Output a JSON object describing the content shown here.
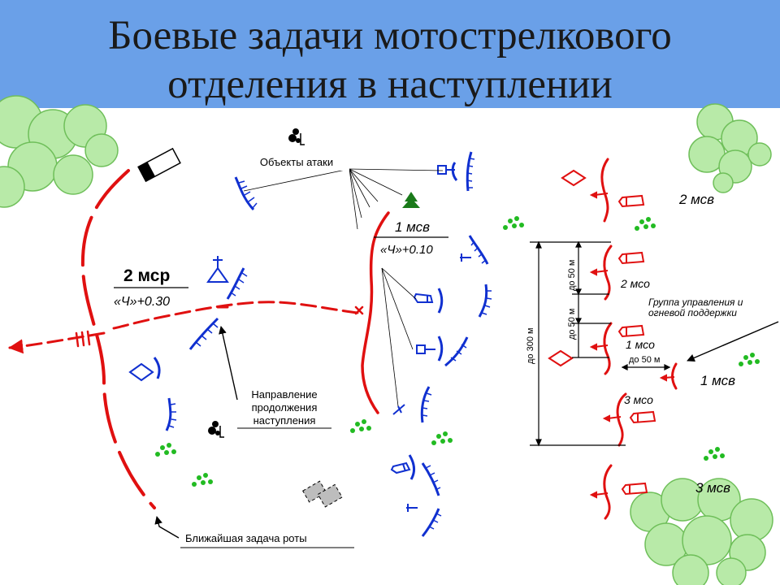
{
  "slide": {
    "title_line1": "Боевые задачи мотострелкового",
    "title_line2": "отделения в наступлении"
  },
  "labels": {
    "attack_objects": "Объекты атаки",
    "platoon_2msr": "2 мср",
    "time_2msr": "«Ч»+0.30",
    "squad_1msv": "1 мсв",
    "time_1msv": "«Ч»+0.10",
    "continue_line1": "Направление",
    "continue_line2": "продолжения",
    "continue_line3": "наступления",
    "nearest_task": "Ближайшая задача роты",
    "msv2": "2 мсв",
    "mso2": "2 мсо",
    "mso1": "1 мсо",
    "mso3": "3 мсо",
    "msv1_right": "1 мсв",
    "msv3": "3 мсв",
    "control_group_line1": "Группа управления и",
    "control_group_line2": "огневой поддержки",
    "dist_50_top": "до 50 м",
    "dist_50_mid": "до 50 м",
    "dist_50_side": "до 50 м",
    "dist_300": "до 300 м"
  },
  "colors": {
    "title_band": "#6aa0e8",
    "own_troops": "#e01010",
    "enemy": "#1030d0",
    "vegetation": "#b8eaa8",
    "vegetation_outline": "#6fbf5a",
    "bushes": "#22bb22"
  }
}
